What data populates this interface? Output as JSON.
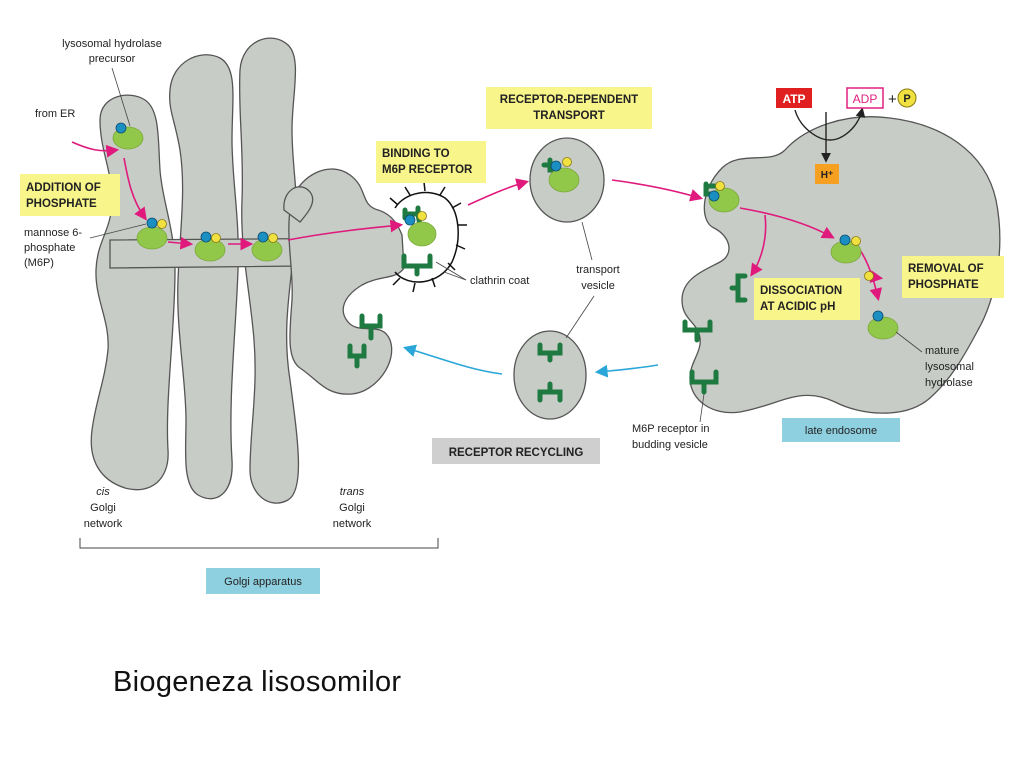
{
  "labels": {
    "hydrolase_precursor": [
      "lysosomal hydrolase",
      "precursor"
    ],
    "from_er": "from ER",
    "mannose": [
      "mannose 6-",
      "phosphate",
      "(M6P)"
    ],
    "clathrin_coat": "clathrin coat",
    "transport_vesicle": [
      "transport",
      "vesicle"
    ],
    "m6p_receptor_budding": [
      "M6P receptor in",
      "budding vesicle"
    ],
    "mature_hydrolase": [
      "mature",
      "lysosomal",
      "hydrolase"
    ],
    "cis_network": [
      "cis",
      "Golgi",
      "network"
    ],
    "trans_network": [
      "trans",
      "Golgi",
      "network"
    ]
  },
  "boxes": {
    "addition_of_phosphate": [
      "ADDITION OF",
      "PHOSPHATE"
    ],
    "binding_to_receptor": [
      "BINDING TO",
      "M6P RECEPTOR"
    ],
    "receptor_dependent_transport": [
      "RECEPTOR-DEPENDENT",
      "TRANSPORT"
    ],
    "dissociation": [
      "DISSOCIATION",
      "AT ACIDIC pH"
    ],
    "removal_of_phosphate": [
      "REMOVAL OF",
      "PHOSPHATE"
    ],
    "receptor_recycling": "RECEPTOR RECYCLING",
    "late_endosome": "late endosome",
    "golgi_apparatus": "Golgi apparatus"
  },
  "pump": {
    "atp": "ATP",
    "adp": "ADP",
    "plus": "+",
    "phosphate": "P",
    "proton": "H⁺"
  },
  "caption": "Biogeneza  lisosomilor",
  "colors": {
    "membrane": "#c8ccc6",
    "membrane_edge": "#555555",
    "highlight": "#f8f58a",
    "cyan_box": "#8fd0e0",
    "gray_box": "#cfcfcf",
    "pink_arrow": "#e0197d",
    "blue_arrow": "#2aa6d8",
    "receptor": "#1e7a40",
    "hydrolase": "#92c84a",
    "mannose_dot": "#1b8fc2",
    "phosphate_dot": "#f0e040",
    "atp_red": "#e02020",
    "proton_orange": "#f5a020"
  }
}
